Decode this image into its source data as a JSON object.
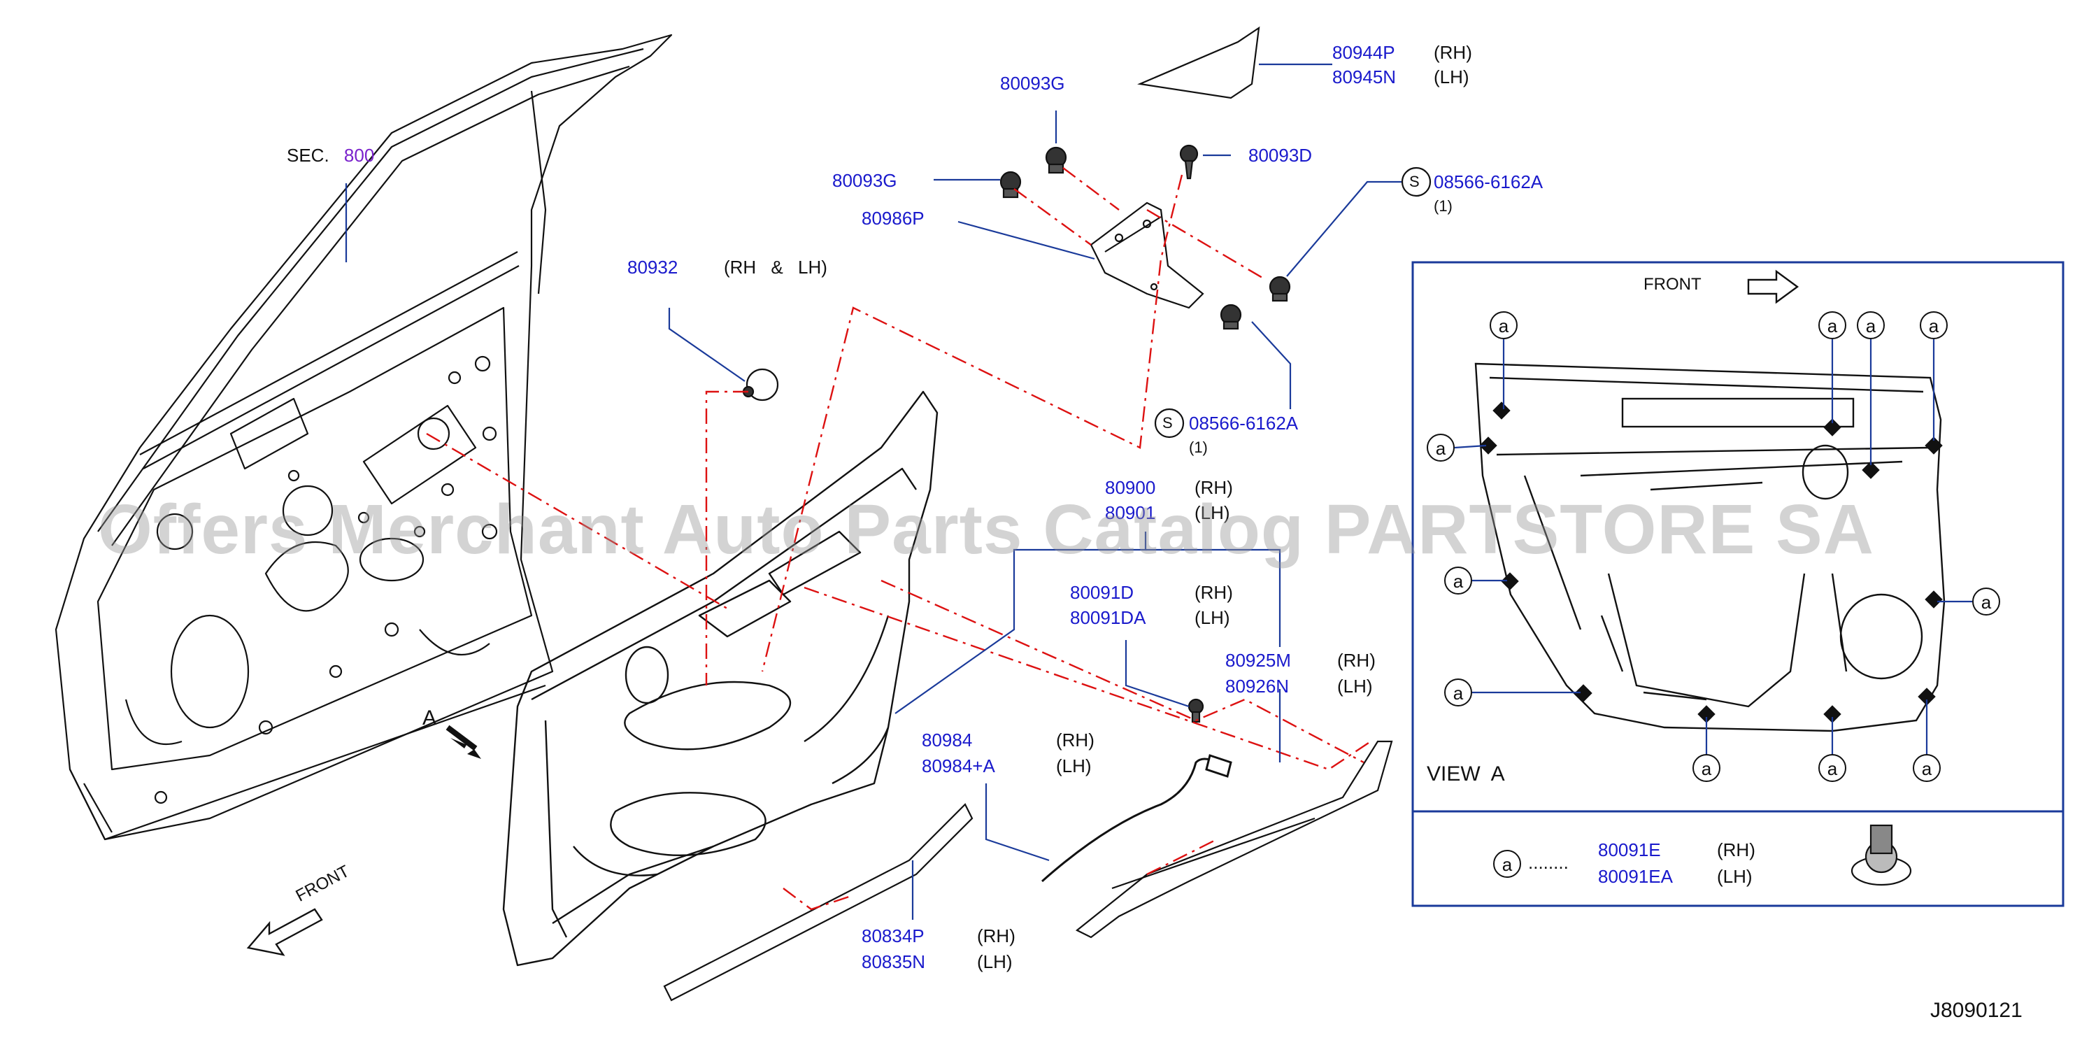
{
  "sec_ref": {
    "prefix": "SEC.",
    "number": "800"
  },
  "parts": {
    "p80944": {
      "code1": "80944P",
      "side1": "(RH)",
      "code2": "80945N",
      "side2": "(LH)"
    },
    "p80093g_top": {
      "code": "80093G"
    },
    "p80093g_left": {
      "code": "80093G"
    },
    "p80093d": {
      "code": "80093D"
    },
    "p80986p": {
      "code": "80986P"
    },
    "p08566_top": {
      "code": "08566-6162A",
      "qty": "(1)"
    },
    "p08566_mid": {
      "code": "08566-6162A",
      "qty": "(1)"
    },
    "p80932": {
      "code": "80932",
      "note": "(RH & LH)"
    },
    "p80900": {
      "code1": "80900",
      "side1": "(RH)",
      "code2": "80901",
      "side2": "(LH)"
    },
    "p80091d": {
      "code1": "80091D",
      "side1": "(RH)",
      "code2": "80091DA",
      "side2": "(LH)"
    },
    "p80925m": {
      "code1": "80925M",
      "side1": "(RH)",
      "code2": "80926N",
      "side2": "(LH)"
    },
    "p80984": {
      "code1": "80984",
      "side1": "(RH)",
      "code2": "80984+A",
      "side2": "(LH)"
    },
    "p80834p": {
      "code1": "80834P",
      "side1": "(RH)",
      "code2": "80835N",
      "side2": "(LH)"
    }
  },
  "screw_symbol": "S",
  "view_arrow_label": "A",
  "front_left": "FRONT",
  "front_inset": "FRONT",
  "inset": {
    "view_label": "VIEW  A",
    "clip_letter": "a",
    "legend_dots": "........",
    "legend_code1": "80091E",
    "legend_side1": "(RH)",
    "legend_code2": "80091EA",
    "legend_side2": "(LH)"
  },
  "drawing_id": "J8090121",
  "watermark": "Offers Merchant Auto Parts Catalog PARTSTORE SA"
}
